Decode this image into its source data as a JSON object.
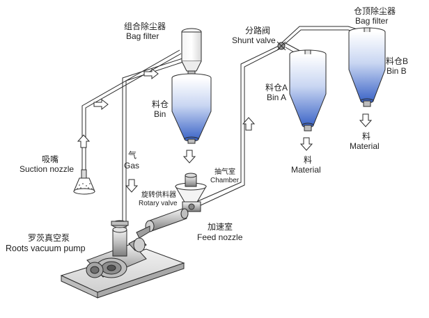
{
  "labels": {
    "bag_filter_left_cn": "组合除尘器",
    "bag_filter_left_en": "Bag filter",
    "bin_left_cn": "料仓",
    "bin_left_en": "Bin",
    "shunt_cn": "分路阀",
    "shunt_en": "Shunt valve",
    "bag_filter_right_cn": "仓顶除尘器",
    "bag_filter_right_en": "Bag filter",
    "bin_a_cn": "料仓A",
    "bin_a_en": "Bin A",
    "bin_b_cn": "料仓B",
    "bin_b_en": "Bin B",
    "material_a_cn": "料",
    "material_a_en": "Material",
    "material_b_cn": "料",
    "material_b_en": "Material",
    "suction_cn": "吸嘴",
    "suction_en": "Suction nozzle",
    "gas_cn": "气",
    "gas_en": "Gas",
    "chamber_cn": "抽气室",
    "chamber_en": "Chamber",
    "rotary_cn": "旋转供料器",
    "rotary_en": "Rotary valve",
    "feed_cn": "加速室",
    "feed_en": "Feed nozzle",
    "pump_cn": "罗茨真空泵",
    "pump_en": "Roots vacuum pump"
  },
  "colors": {
    "line": "#2b2b2b",
    "bin_top": "#ffffff",
    "bin_bottom": "#3f67c8",
    "machine": "#c9c9c9",
    "base": "#e4e4e4"
  }
}
